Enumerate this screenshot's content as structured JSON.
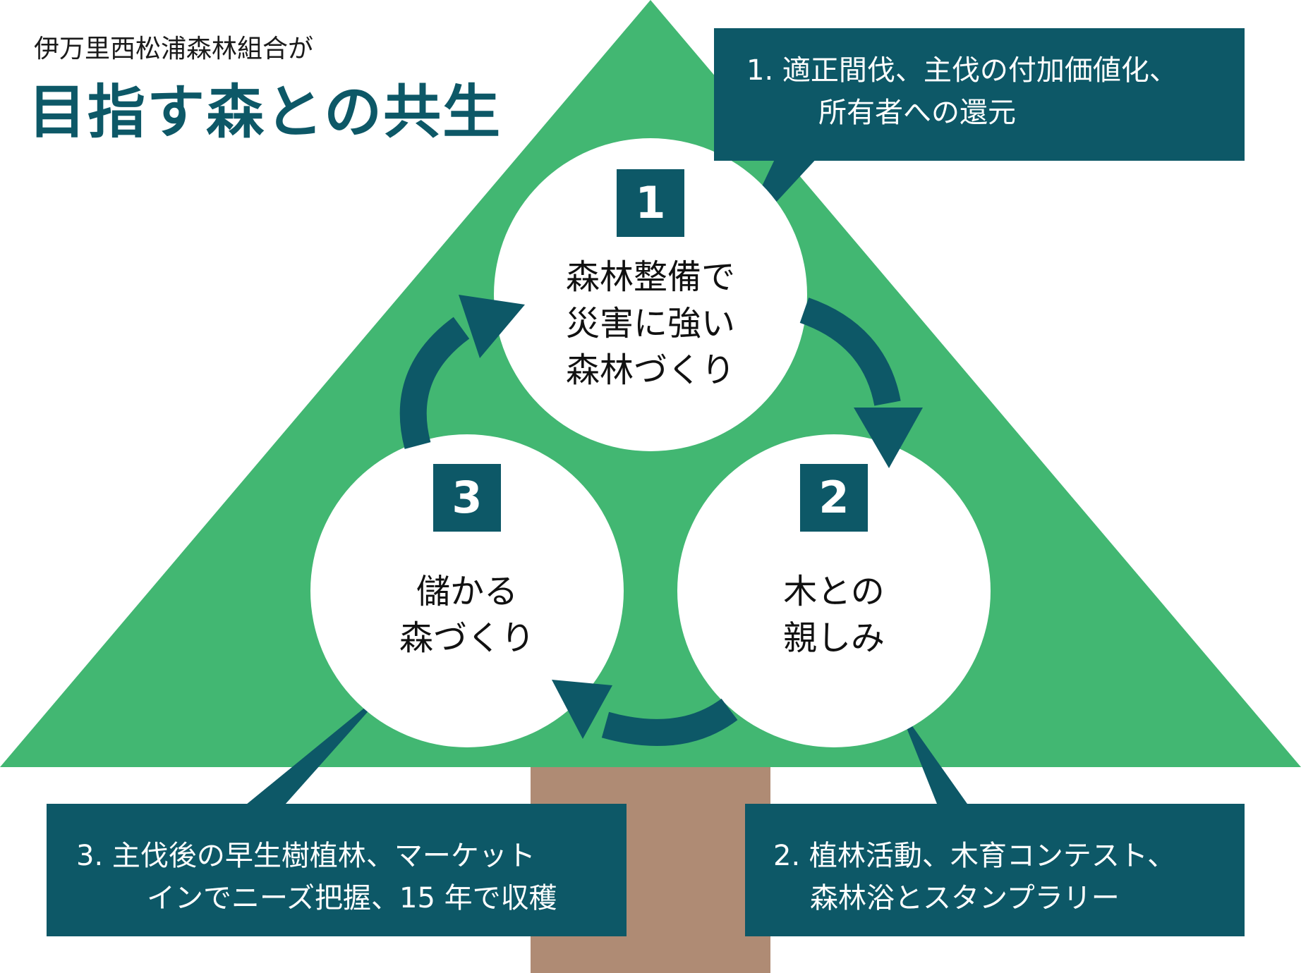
{
  "header": {
    "subtitle": "伊万里西松浦森林組合が",
    "title": "目指す森との共生"
  },
  "colors": {
    "tree": "#42b772",
    "trunk": "#af8b74",
    "accent": "#0d5867",
    "circle": "#ffffff"
  },
  "cycle": [
    {
      "number": "1",
      "lines": [
        "森林整備で",
        "災害に強い",
        "森林づくり"
      ]
    },
    {
      "number": "2",
      "lines": [
        "木との",
        "親しみ"
      ]
    },
    {
      "number": "3",
      "lines": [
        "儲かる",
        "森づくり"
      ]
    }
  ],
  "callouts": [
    {
      "line1": "1. 適正間伐、主伐の付加価値化、",
      "line2": "所有者への還元"
    },
    {
      "line1": "2. 植林活動、木育コンテスト、",
      "line2": "森林浴とスタンプラリー"
    },
    {
      "line1": "3. 主伐後の早生樹植林、マーケット",
      "line2": "インでニーズ把握、15 年で収穫"
    }
  ]
}
